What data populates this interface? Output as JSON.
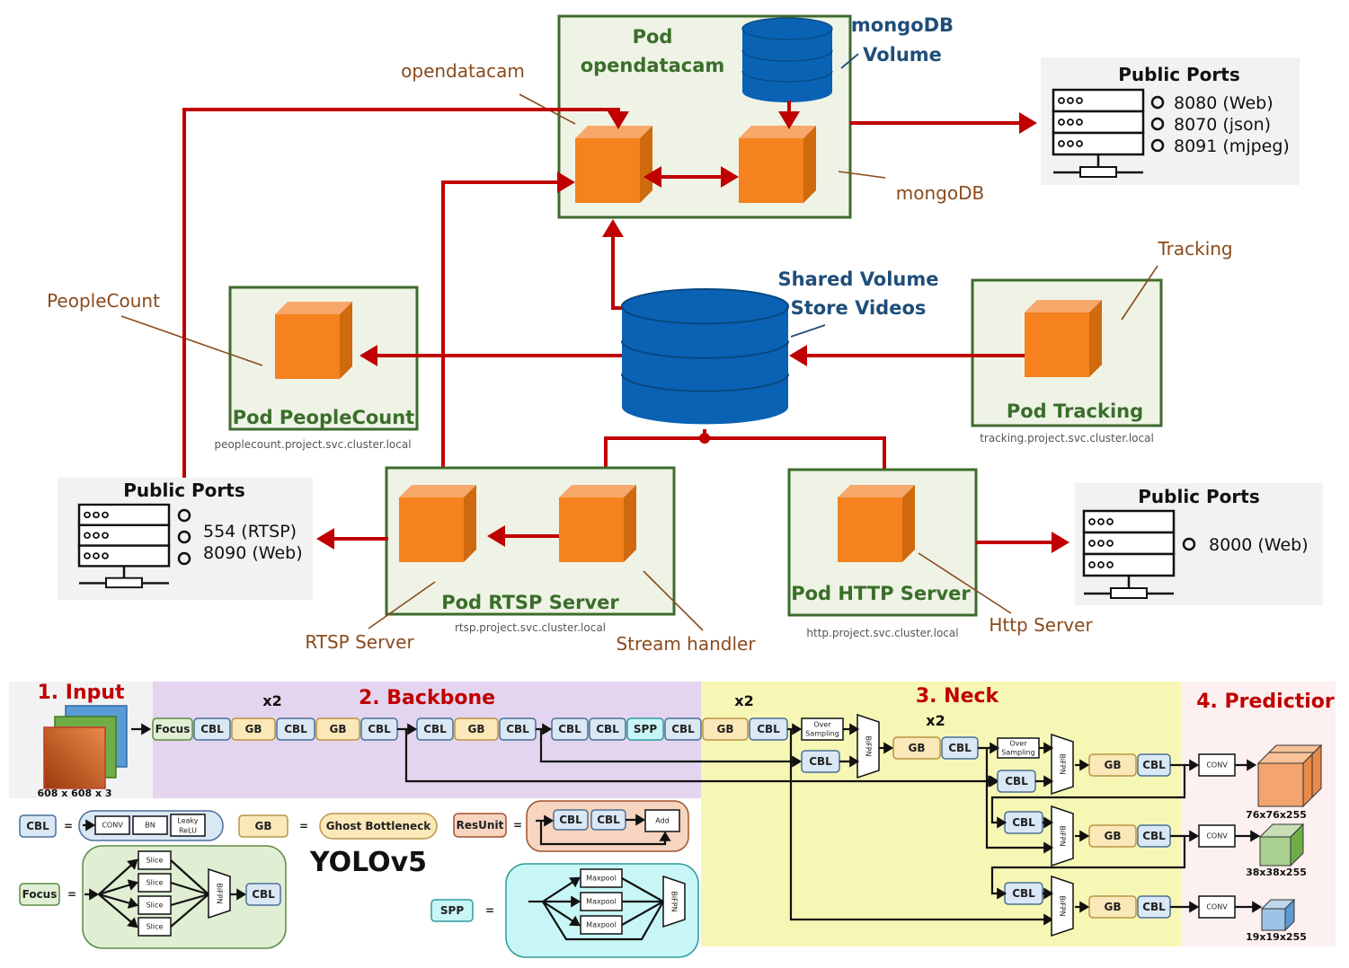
{
  "top": {
    "pod_opendatacam": {
      "line1": "Pod",
      "line2": "opendatacam"
    },
    "mongodb_volume": {
      "line1": "mongoDB",
      "line2": "Volume"
    },
    "label_opendatacam": "opendatacam",
    "label_mongodb": "mongoDB",
    "public_ports_top": {
      "title": "Public Ports",
      "ports": [
        "8080 (Web)",
        "8070 (json)",
        "8091 (mjpeg)"
      ]
    },
    "shared_volume": {
      "line1": "Shared Volume",
      "line2": "Store Videos"
    },
    "label_tracking": "Tracking",
    "pod_tracking": {
      "title": "Pod Tracking",
      "dns": "tracking.project.svc.cluster.local"
    },
    "label_peoplecount": "PeopleCount",
    "pod_peoplecount": {
      "title": "Pod PeopleCount",
      "dns": "peoplecount.project.svc.cluster.local"
    },
    "public_ports_left": {
      "title": "Public Ports",
      "ports": [
        "554 (RTSP)",
        "8090 (Web)"
      ]
    },
    "pod_rtsp": {
      "title": "Pod RTSP Server",
      "dns": "rtsp.project.svc.cluster.local"
    },
    "label_rtsp_server": "RTSP Server",
    "label_stream_handler": "Stream handler",
    "pod_http": {
      "title": "Pod HTTP Server",
      "dns": "http.project.svc.cluster.local"
    },
    "label_http_server": "Http Server",
    "public_ports_right": {
      "title": "Public Ports",
      "ports": [
        "8000 (Web)"
      ]
    }
  },
  "yolo": {
    "sections": {
      "input": "1. Input",
      "backbone": "2. Backbone",
      "neck": "3. Neck",
      "prediction": "4. Predictior"
    },
    "input_size": "608 x 608 x 3",
    "repeat": "x2",
    "blocks": {
      "focus": "Focus",
      "cbl": "CBL",
      "gb": "GB",
      "spp": "SPP",
      "conv": "CONV",
      "bifpn": "BiFPN",
      "over1": "Over",
      "over2": "Sampling",
      "add": "Add",
      "maxpool": "Maxpool",
      "slice": "Slice",
      "bn": "BN",
      "leaky1": "Leaky",
      "leaky2": "ReLU",
      "resunit": "ResUnit",
      "ghost": "Ghost Bottleneck"
    },
    "outputs": [
      "76x76x255",
      "38x38x255",
      "19x19x255"
    ],
    "title": "YOLOv5",
    "equals": "="
  }
}
